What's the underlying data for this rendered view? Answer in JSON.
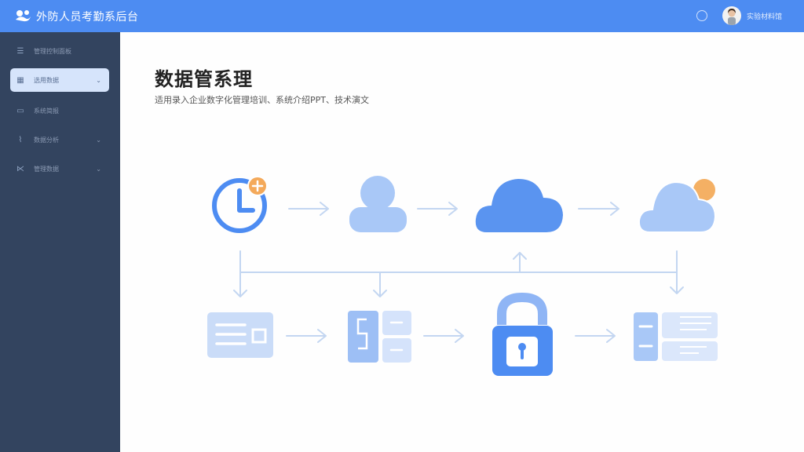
{
  "header": {
    "app_title": "外防人员考勤系后台",
    "user_name": "实验材料馆",
    "colors": {
      "bar": "#4d8cf2"
    }
  },
  "sidebar": {
    "items": [
      {
        "label": "管理控制面板",
        "icon": "list-icon",
        "expandable": false,
        "active": false
      },
      {
        "label": "选用数据",
        "icon": "grid-icon",
        "expandable": true,
        "active": true
      },
      {
        "label": "系统简报",
        "icon": "window-icon",
        "expandable": false,
        "active": false
      },
      {
        "label": "数据分析",
        "icon": "chart-icon",
        "expandable": true,
        "active": false
      },
      {
        "label": "管理数据",
        "icon": "flow-icon",
        "expandable": true,
        "active": false
      }
    ]
  },
  "main": {
    "title": "数据管系理",
    "subtitle": "适用录入企业数字化管理培训、系统介绍PPT、技术演文"
  },
  "diagram": {
    "row1": [
      "clock-add-icon",
      "user-icon",
      "cloud-icon",
      "cloud-sun-icon"
    ],
    "row2": [
      "card-icon",
      "panel-icon",
      "lock-icon",
      "server-list-icon"
    ],
    "colors": {
      "primary": "#4d8cf2",
      "light": "#a9c8f7",
      "pale": "#d5e3fb",
      "accent": "#f4a95a",
      "line": "#c9daf2"
    }
  }
}
